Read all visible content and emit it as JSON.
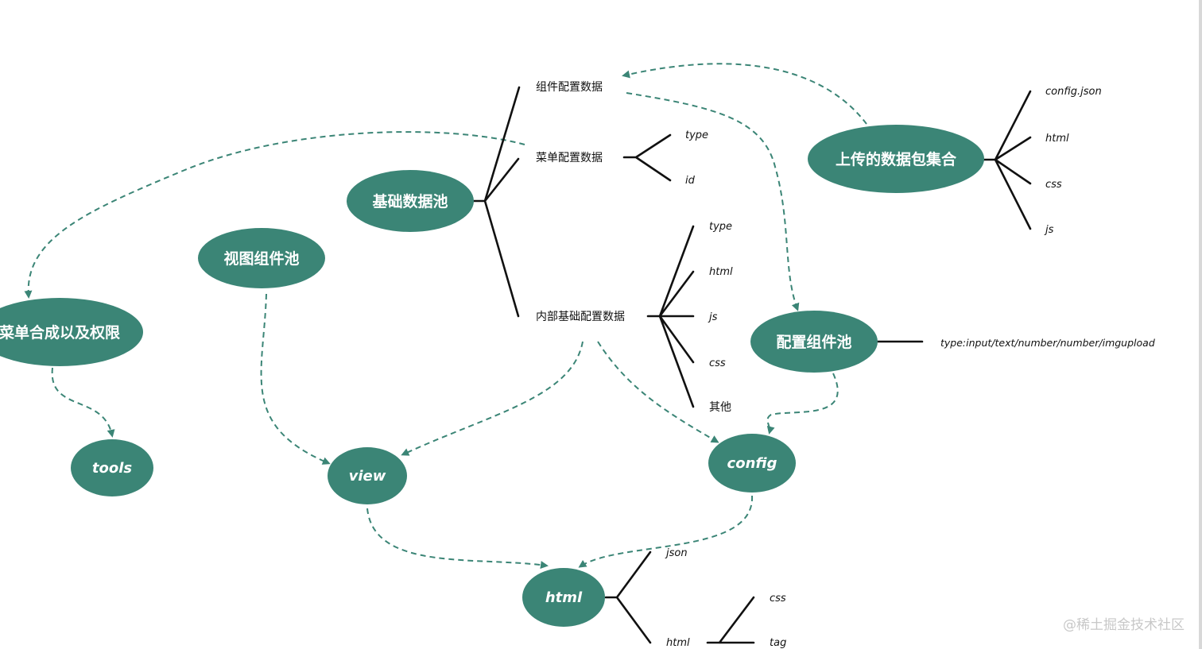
{
  "nodes": {
    "menu_merge": "菜单合成以及权限",
    "tools": "tools",
    "view_pool": "视图组件池",
    "view": "view",
    "base_pool": "基础数据池",
    "html": "html",
    "config": "config",
    "config_pool": "配置组件池",
    "upload_set": "上传的数据包集合"
  },
  "labels": {
    "component_config_data": "组件配置数据",
    "menu_config_data": "菜单配置数据",
    "menu_type": "type",
    "menu_id": "id",
    "internal_base_config": "内部基础配置数据",
    "internal_type": "type",
    "internal_html": "html",
    "internal_js": "js",
    "internal_css": "css",
    "internal_other": "其他",
    "upload_config_json": "config.json",
    "upload_html": "html",
    "upload_css": "css",
    "upload_js": "js",
    "config_pool_types": "type:input/text/number/number/imgupload",
    "html_json": "json",
    "html_html": "html",
    "html_css": "css",
    "html_tag": "tag"
  },
  "colors": {
    "node_fill": "#3b8576",
    "dash_arrow": "#3b8576",
    "branch_line": "#111111"
  },
  "watermark": "@稀土掘金技术社区"
}
